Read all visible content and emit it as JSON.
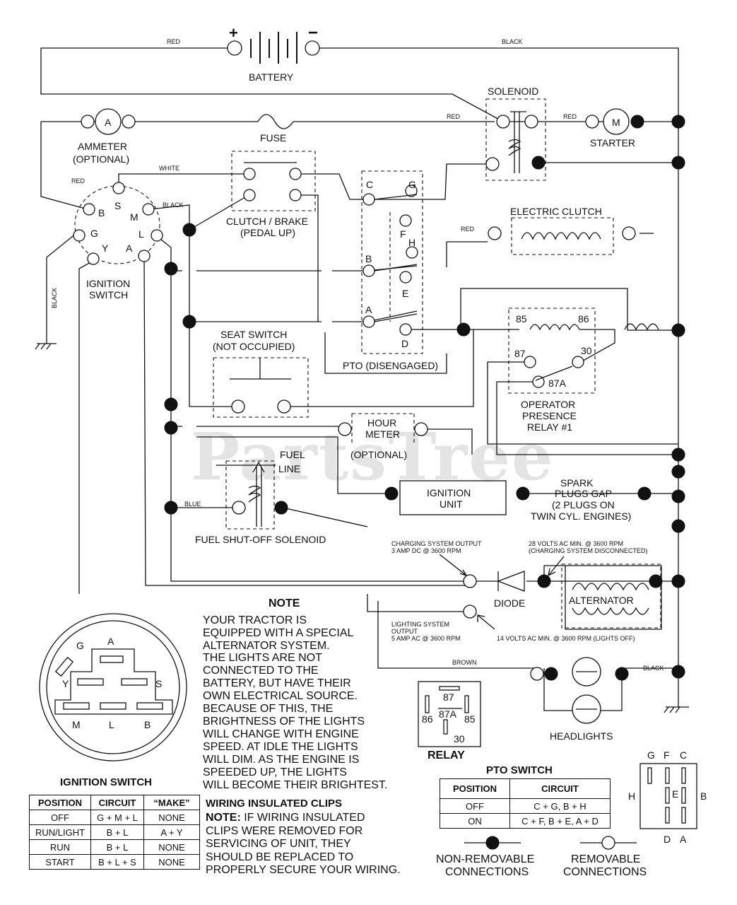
{
  "watermark": "PartsTree",
  "battery": {
    "label": "BATTERY",
    "plus": "+",
    "minus": "−",
    "wire_pos": "RED",
    "wire_neg": "BLACK"
  },
  "solenoid": {
    "label": "SOLENOID",
    "wire_in": "RED",
    "wire_out": "RED"
  },
  "starter": {
    "label": "STARTER",
    "symbol": "M"
  },
  "ammeter": {
    "label": "AMMETER",
    "sub": "(OPTIONAL)",
    "symbol": "A"
  },
  "fuse": {
    "label": "FUSE"
  },
  "ignition_switch": {
    "label1": "IGNITION",
    "label2": "SWITCH",
    "terminals": [
      "B",
      "S",
      "M",
      "G",
      "L",
      "Y",
      "A"
    ],
    "wire_red": "RED",
    "wire_white": "WHITE",
    "wire_black": "BLACK",
    "ground_wire": "BLACK"
  },
  "clutch_brake": {
    "label1": "CLUTCH / BRAKE",
    "label2": "(PEDAL UP)"
  },
  "pto_switch_diagram": {
    "label": "PTO (DISENGAGED)",
    "terminals": [
      "C",
      "G",
      "F",
      "H",
      "B",
      "E",
      "A",
      "D"
    ]
  },
  "electric_clutch": {
    "label": "ELECTRIC CLUTCH",
    "wire": "RED"
  },
  "relay_block": {
    "terminals": [
      "85",
      "86",
      "87",
      "30",
      "87A"
    ],
    "label1": "OPERATOR",
    "label2": "PRESENCE",
    "label3": "RELAY #1"
  },
  "seat_switch": {
    "label1": "SEAT SWITCH",
    "label2": "(NOT OCCUPIED)"
  },
  "hour_meter": {
    "label1": "HOUR",
    "label2": "METER",
    "sub": "(OPTIONAL)"
  },
  "fuel": {
    "label1": "FUEL",
    "label2": "LINE",
    "wire": "BLUE",
    "solenoid": "FUEL SHUT-OFF SOLENOID"
  },
  "ignition_unit": {
    "label1": "IGNITION",
    "label2": "UNIT"
  },
  "spark": {
    "l1": "SPARK",
    "l2": "PLUGS GAP",
    "l3": "(2 PLUGS ON",
    "l4": "TWIN CYL. ENGINES)"
  },
  "charging": {
    "out1": "CHARGING SYSTEM OUTPUT",
    "out2": "3 AMP DC @ 3600 RPM",
    "ac1": "28 VOLTS AC MIN. @ 3600 RPM",
    "ac2": "(CHARGING SYSTEM DISCONNECTED)",
    "diode": "DIODE",
    "alternator": "ALTERNATOR",
    "light1": "LIGHTING SYSTEM",
    "light2": "OUTPUT",
    "light3": "5 AMP AC @ 3600 RPM",
    "light_ac": "14 VOLTS AC MIN. @ 3600 RPM (LIGHTS OFF)"
  },
  "headlights": {
    "label": "HEADLIGHTS",
    "wire_brown": "BROWN",
    "wire_black": "BLACK"
  },
  "note": {
    "title": "NOTE",
    "lines": [
      "YOUR TRACTOR IS",
      "EQUIPPED WITH A SPECIAL",
      "ALTERNATOR SYSTEM.",
      "THE LIGHTS ARE NOT",
      "CONNECTED TO THE",
      "BATTERY, BUT HAVE THEIR",
      "OWN ELECTRICAL SOURCE.",
      "BECAUSE OF THIS, THE",
      "BRIGHTNESS OF THE LIGHTS",
      "WILL CHANGE WITH ENGINE",
      "SPEED.  AT IDLE THE LIGHTS",
      "WILL DIM.  AS THE ENGINE IS",
      "SPEEDED UP, THE LIGHTS",
      "WILL BECOME THEIR BRIGHTEST."
    ]
  },
  "relay_pinout": {
    "label": "RELAY",
    "pins": [
      "87",
      "86",
      "87A",
      "85",
      "30"
    ]
  },
  "ignition_face": {
    "letters": [
      "G",
      "A",
      "Y",
      "S",
      "M",
      "L",
      "B"
    ]
  },
  "ignition_table": {
    "title": "IGNITION SWITCH",
    "headers": [
      "POSITION",
      "CIRCUIT",
      "“MAKE”"
    ],
    "rows": [
      [
        "OFF",
        "G + M + L",
        "NONE"
      ],
      [
        "RUN/LIGHT",
        "B + L",
        "A + Y"
      ],
      [
        "RUN",
        "B + L",
        "NONE"
      ],
      [
        "START",
        "B + L + S",
        "NONE"
      ]
    ]
  },
  "clips": {
    "title": "WIRING INSULATED CLIPS",
    "note_label": "NOTE:",
    "lines": [
      " IF WIRING INSULATED",
      "CLIPS WERE REMOVED FOR",
      "SERVICING OF UNIT, THEY",
      "SHOULD BE REPLACED TO",
      "PROPERLY SECURE YOUR WIRING."
    ]
  },
  "pto_table": {
    "title": "PTO SWITCH",
    "headers": [
      "POSITION",
      "CIRCUIT"
    ],
    "rows": [
      [
        "OFF",
        "C + G, B + H"
      ],
      [
        "ON",
        "C + F, B + E, A + D"
      ]
    ]
  },
  "pto_face": {
    "letters": [
      "G",
      "F",
      "C",
      "H",
      "E",
      "B",
      "D",
      "A"
    ]
  },
  "legend": {
    "fixed1": "NON-REMOVABLE",
    "fixed2": "CONNECTIONS",
    "rem1": "REMOVABLE",
    "rem2": "CONNECTIONS"
  }
}
